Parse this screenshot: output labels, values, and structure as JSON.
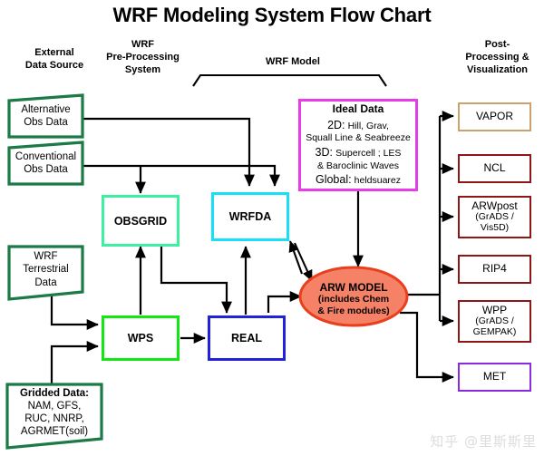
{
  "title": "WRF Modeling System Flow Chart",
  "headers": [
    {
      "id": "external-data-source",
      "lines": [
        "External",
        "Data Source"
      ]
    },
    {
      "id": "wrf-pre-processing-system",
      "lines": [
        "WRF",
        "Pre-Processing",
        "System"
      ]
    },
    {
      "id": "wrf-model",
      "lines": [
        "WRF Model"
      ]
    },
    {
      "id": "post-processing-visualization",
      "lines": [
        "Post-",
        "Processing &",
        "Visualization"
      ]
    }
  ],
  "data_sources": [
    {
      "id": "alternative-obs-data",
      "lines": [
        "Alternative",
        "Obs Data"
      ],
      "color": "#1b7a46"
    },
    {
      "id": "conventional-obs-data",
      "lines": [
        "Conventional",
        "Obs Data"
      ],
      "color": "#1b7a46"
    },
    {
      "id": "wrf-terrestrial-data",
      "lines": [
        "WRF",
        "Terrestrial",
        "Data"
      ],
      "color": "#1b7a46"
    },
    {
      "id": "gridded-data",
      "lines": [
        "Gridded Data:",
        "NAM, GFS,",
        "RUC, NNRP,",
        "AGRMET(soil)"
      ],
      "color": "#1b7a46",
      "bold_first": true
    }
  ],
  "process_boxes": [
    {
      "id": "obsgrid",
      "label": "OBSGRID",
      "color": "#3cf0a0"
    },
    {
      "id": "wrfda",
      "label": "WRFDA",
      "color": "#16e0f5"
    },
    {
      "id": "wps",
      "label": "WPS",
      "color": "#10e810"
    },
    {
      "id": "real",
      "label": "REAL",
      "color": "#2222dd"
    }
  ],
  "ideal_data": {
    "id": "ideal-data",
    "color": "#e83ce8",
    "heading": "Ideal Data",
    "rows": [
      {
        "label": "2D:",
        "value": "Hill, Grav,"
      },
      {
        "label": "",
        "value": "Squall Line & Seabreeze"
      },
      {
        "label": "3D:",
        "value": "Supercell ; LES"
      },
      {
        "label": "",
        "value": "& Baroclinic Waves"
      },
      {
        "label": "Global:",
        "value": "heldsuarez"
      }
    ]
  },
  "model": {
    "id": "arw-model",
    "line1": "ARW MODEL",
    "line2": "(includes Chem",
    "line3": "& Fire modules)",
    "fill": "#f58267",
    "stroke": "#e8401c"
  },
  "post_processing": [
    {
      "id": "vapor",
      "lines": [
        "VAPOR"
      ],
      "color": "#c9a36b"
    },
    {
      "id": "ncl",
      "lines": [
        "NCL"
      ],
      "color": "#8e1616"
    },
    {
      "id": "arwpost",
      "lines": [
        "ARWpost",
        "(GrADS /",
        "Vis5D)"
      ],
      "color": "#8e1616"
    },
    {
      "id": "rip4",
      "lines": [
        "RIP4"
      ],
      "color": "#8e1616"
    },
    {
      "id": "wpp",
      "lines": [
        "WPP",
        "(GrADS /",
        "GEMPAK)"
      ],
      "color": "#8e1616"
    },
    {
      "id": "met",
      "lines": [
        "MET"
      ],
      "color": "#8a2be2"
    }
  ],
  "watermark": "知乎 @里斯斯里"
}
